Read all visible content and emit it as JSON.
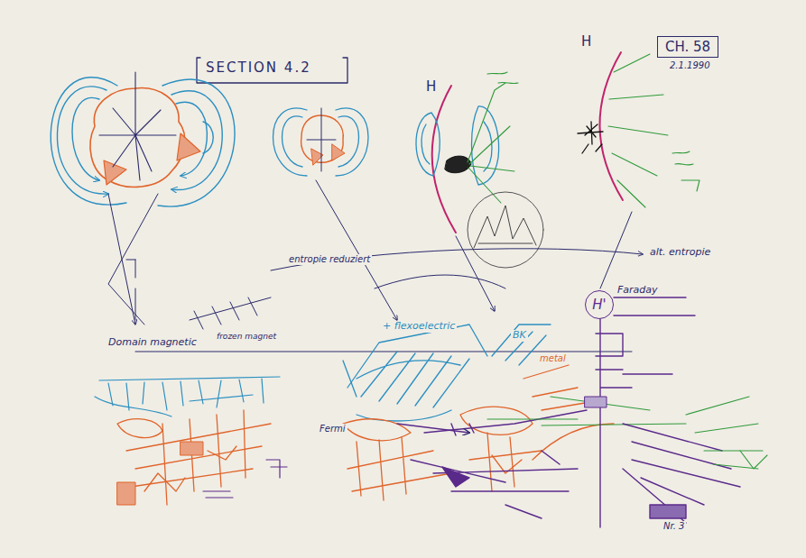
{
  "diagram": {
    "title": "SECTION 4.2",
    "nodes": [
      {
        "text": [
          "CH. 58",
          "2.1.1990"
        ]
      },
      {
        "text": [
          "H'"
        ]
      }
    ],
    "labels": [
      "H",
      "H",
      "entropie reduziert",
      "alt. entropie",
      "+ flexoelectric",
      "BK",
      "Fermi",
      "Domain magnetic",
      "frozen magnet",
      "Faraday",
      "metal",
      "Nr. 3"
    ]
  }
}
